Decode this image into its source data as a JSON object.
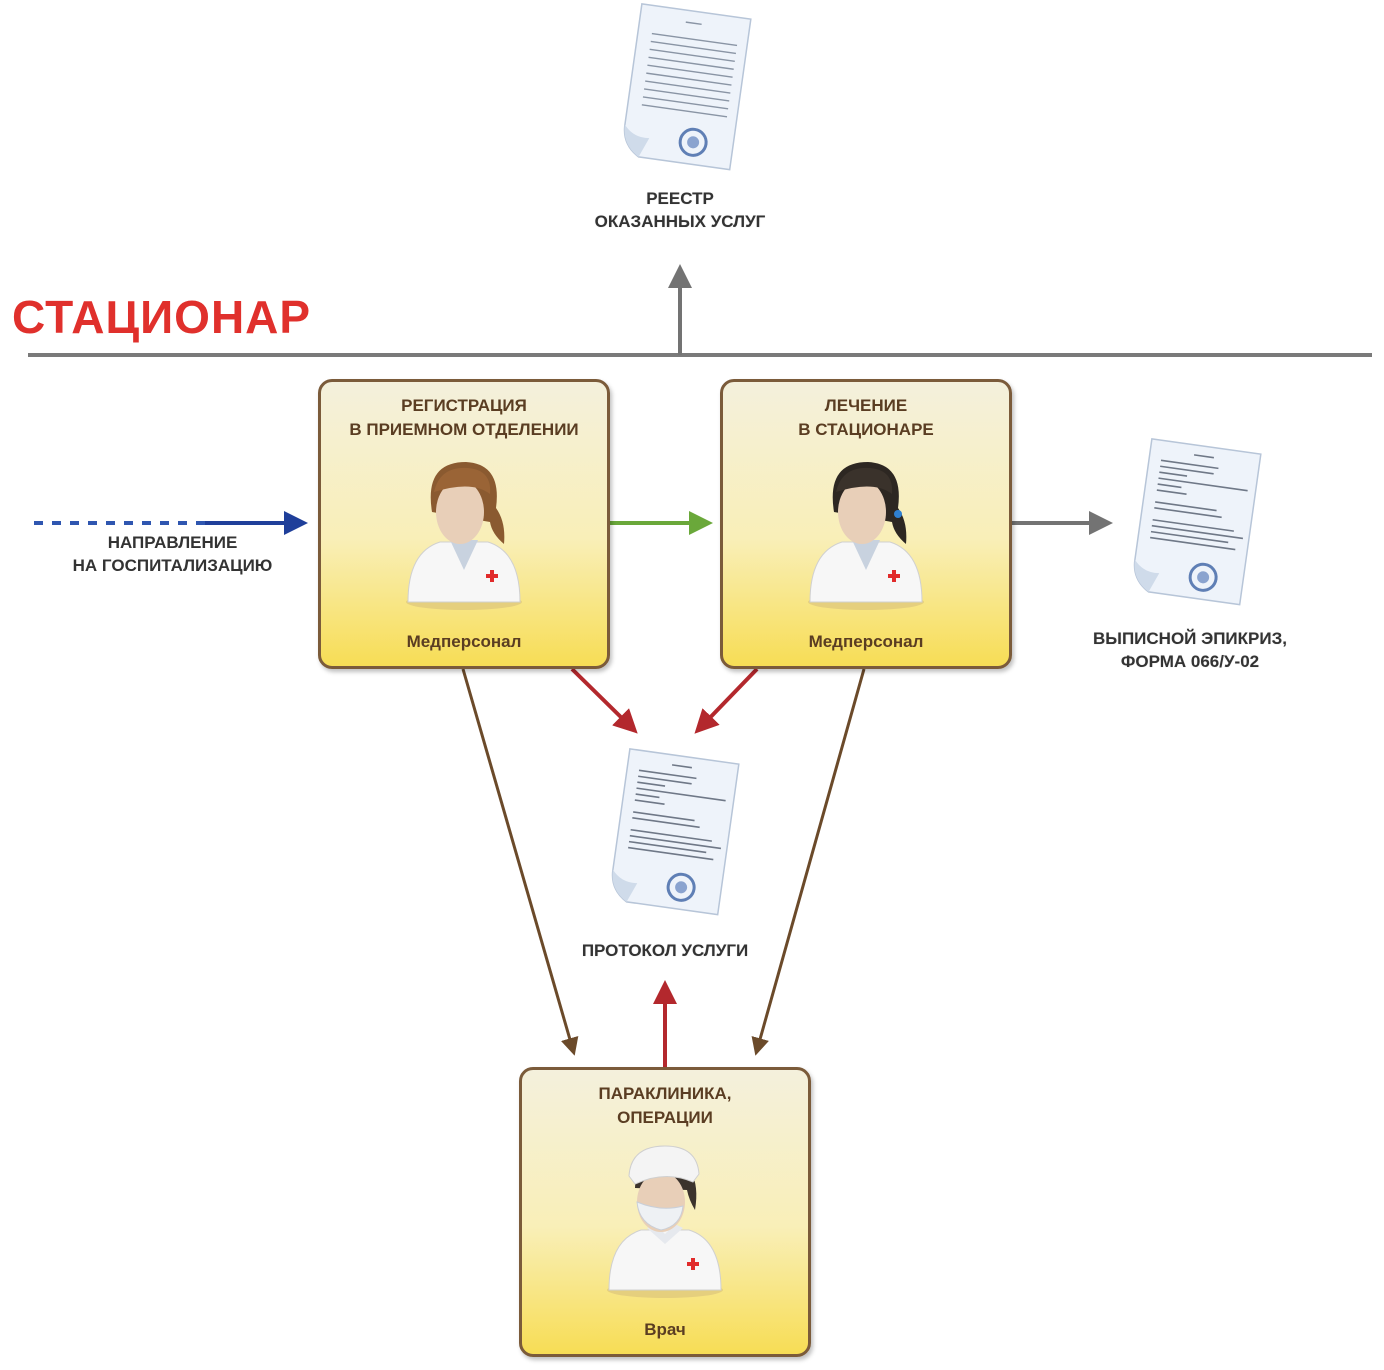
{
  "section": {
    "title": "СТАЦИОНАР",
    "color": "#e0302c"
  },
  "documents": {
    "registry": {
      "label_line1": "РЕЕСТР",
      "label_line2": "ОКАЗАННЫХ УСЛУГ",
      "icon": "document-icon"
    },
    "discharge": {
      "label_line1": "ВЫПИСНОЙ ЭПИКРИЗ,",
      "label_line2": "ФОРМА 066/У-02",
      "icon": "document-icon"
    },
    "protocol": {
      "label": "ПРОТОКОЛ УСЛУГИ",
      "icon": "document-icon"
    }
  },
  "referral": {
    "label_line1": "НАПРАВЛЕНИЕ",
    "label_line2": "НА ГОСПИТАЛИЗАЦИЮ"
  },
  "nodes": {
    "registration": {
      "title_line1": "РЕГИСТРАЦИЯ",
      "title_line2": "В ПРИЕМНОМ ОТДЕЛЕНИИ",
      "role": "Медперсонал",
      "avatar": "nurse-icon"
    },
    "treatment": {
      "title_line1": "ЛЕЧЕНИЕ",
      "title_line2": "В СТАЦИОНАРЕ",
      "role": "Медперсонал",
      "avatar": "nurse-icon"
    },
    "paraclinic": {
      "title_line1": "ПАРАКЛИНИКА,",
      "title_line2": "ОПЕРАЦИИ",
      "role": "Врач",
      "avatar": "doctor-icon"
    }
  },
  "colors": {
    "referral_arrow": "#1f3f9a",
    "transfer_arrow": "#6aa83a",
    "output_arrow": "#737373",
    "protocol_arrow": "#b3282d",
    "paraclinic_arrow": "#6b4a2a",
    "box_border": "#7b5b3a"
  }
}
